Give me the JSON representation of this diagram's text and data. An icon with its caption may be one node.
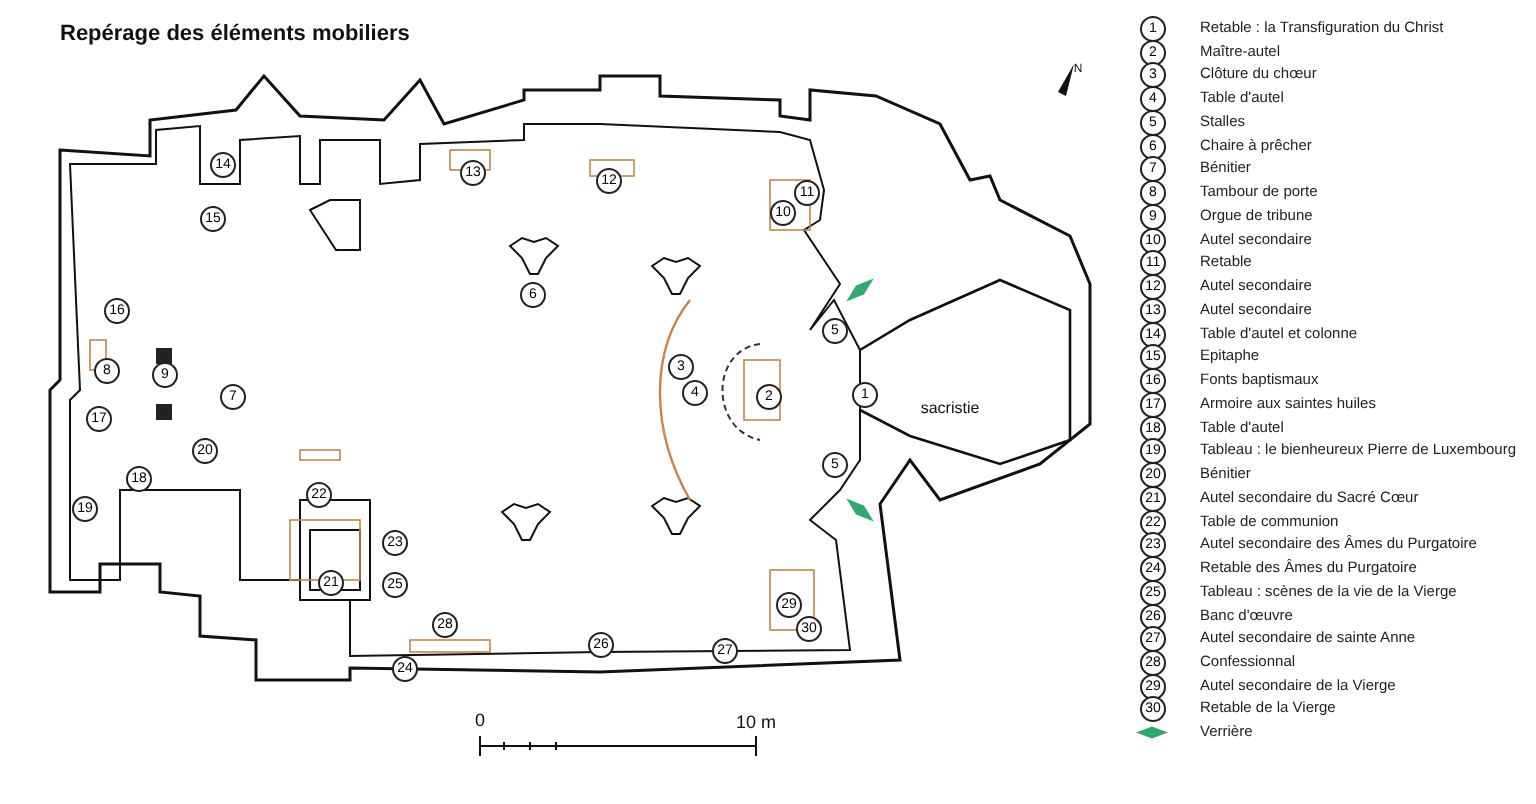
{
  "diagram": {
    "title": "Repérage des éléments mobiliers",
    "labels": [
      "14",
      "15",
      "13",
      "12",
      "6",
      "16",
      "8",
      "9",
      "7",
      "17",
      "20",
      "18",
      "19",
      "22",
      "23",
      "25",
      "21",
      "28",
      "24",
      "26",
      "27",
      "29",
      "30",
      "3",
      "4",
      "2",
      "5",
      "10",
      "11",
      "1",
      "5",
      "sacristie",
      "0",
      "10 m",
      "N",
      "1",
      "2",
      "3",
      "4",
      "5",
      "6",
      "7",
      "8",
      "9",
      "10",
      "11",
      "12",
      "13",
      "14",
      "15",
      "16",
      "17",
      "18",
      "19",
      "20",
      "21",
      "22",
      "23",
      "24",
      "25",
      "26",
      "27",
      "28",
      "29",
      "30"
    ],
    "legend": [
      {
        "text": "Retable : la Transfiguration du Christ"
      },
      {
        "text": "Maître-autel"
      },
      {
        "text": "Clôture du chœur"
      },
      {
        "text": "Table d'autel"
      },
      {
        "text": "Stalles"
      },
      {
        "text": "Chaire à prêcher"
      },
      {
        "text": "Bénitier"
      },
      {
        "text": "Tambour de porte"
      },
      {
        "text": "Orgue de tribune"
      },
      {
        "text": "Autel secondaire"
      },
      {
        "text": "Retable"
      },
      {
        "text": "Autel secondaire"
      },
      {
        "text": "Autel secondaire"
      },
      {
        "text": "Table d'autel et colonne"
      },
      {
        "text": "Epitaphe"
      },
      {
        "text": "Fonts baptismaux"
      },
      {
        "text": "Armoire aux saintes huiles"
      },
      {
        "text": "Table d'autel"
      },
      {
        "text": "Tableau : le bienheureux Pierre de Luxembourg"
      },
      {
        "text": "Bénitier"
      },
      {
        "text": "Autel secondaire du Sacré Cœur"
      },
      {
        "text": "Table de communion"
      },
      {
        "text": "Autel secondaire des Âmes du Purgatoire"
      },
      {
        "text": "Retable des Âmes du Purgatoire"
      },
      {
        "text": "Tableau : scènes de la vie de la Vierge"
      },
      {
        "text": "Banc d'œuvre"
      },
      {
        "text": "Autel secondaire de sainte Anne"
      },
      {
        "text": "Confessionnal"
      },
      {
        "text": "Autel secondaire de la Vierge"
      },
      {
        "text": "Retable de la Vierge"
      },
      {
        "text": "Verrière",
        "color": "#2eaa6e"
      }
    ]
  }
}
